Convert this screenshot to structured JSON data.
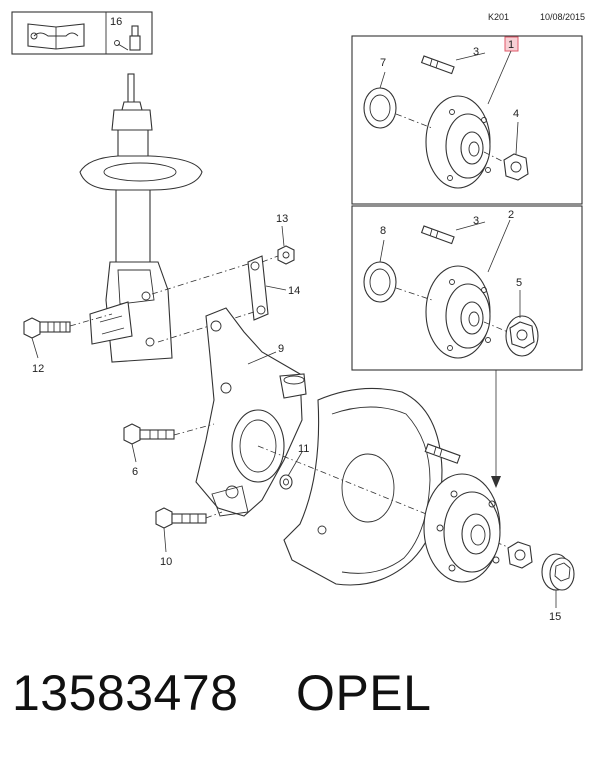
{
  "header": {
    "manual_icon": "open-book-wrench-icon",
    "manual_ref": "16",
    "tool_icon": "tool-icon",
    "page_code": "K201",
    "date": "10/08/2015"
  },
  "callouts": {
    "c1": "1",
    "c2": "2",
    "c3a": "3",
    "c3b": "3",
    "c4": "4",
    "c5": "5",
    "c6": "6",
    "c7": "7",
    "c8": "8",
    "c9": "9",
    "c10": "10",
    "c11": "11",
    "c12": "12",
    "c13": "13",
    "c14": "14",
    "c15": "15"
  },
  "highlight_color": "#e05a6a",
  "footer": {
    "part_number": "13583478",
    "brand": "OPEL"
  }
}
